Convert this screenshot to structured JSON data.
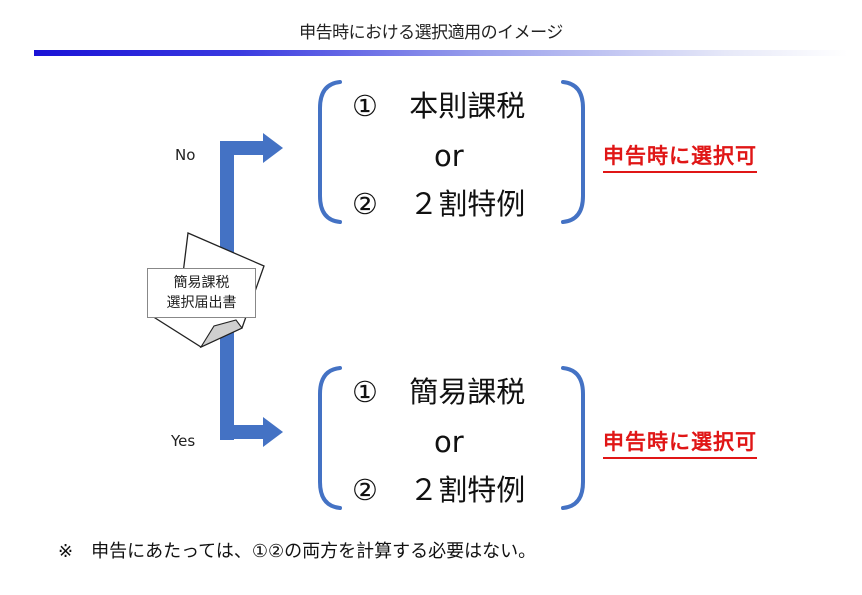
{
  "title": "申告時における選択適用のイメージ",
  "colors": {
    "arrow": "#4472C4",
    "bracket": "#4472C4",
    "highlight": "#E01616",
    "title_bar": "#1A12D6"
  },
  "flow": {
    "no_label": "No",
    "yes_label": "Yes",
    "document_label_line1": "簡易課税",
    "document_label_line2": "選択届出書"
  },
  "options": [
    {
      "branch": "No",
      "choice1_marker": "①",
      "choice1_text": "本則課税",
      "or_text": "or",
      "choice2_marker": "②",
      "choice2_text": "２割特例",
      "result": "申告時に選択可"
    },
    {
      "branch": "Yes",
      "choice1_marker": "①",
      "choice1_text": "簡易課税",
      "or_text": "or",
      "choice2_marker": "②",
      "choice2_text": "２割特例",
      "result": "申告時に選択可"
    }
  ],
  "note": "※　申告にあたっては、①②の両方を計算する必要はない。"
}
